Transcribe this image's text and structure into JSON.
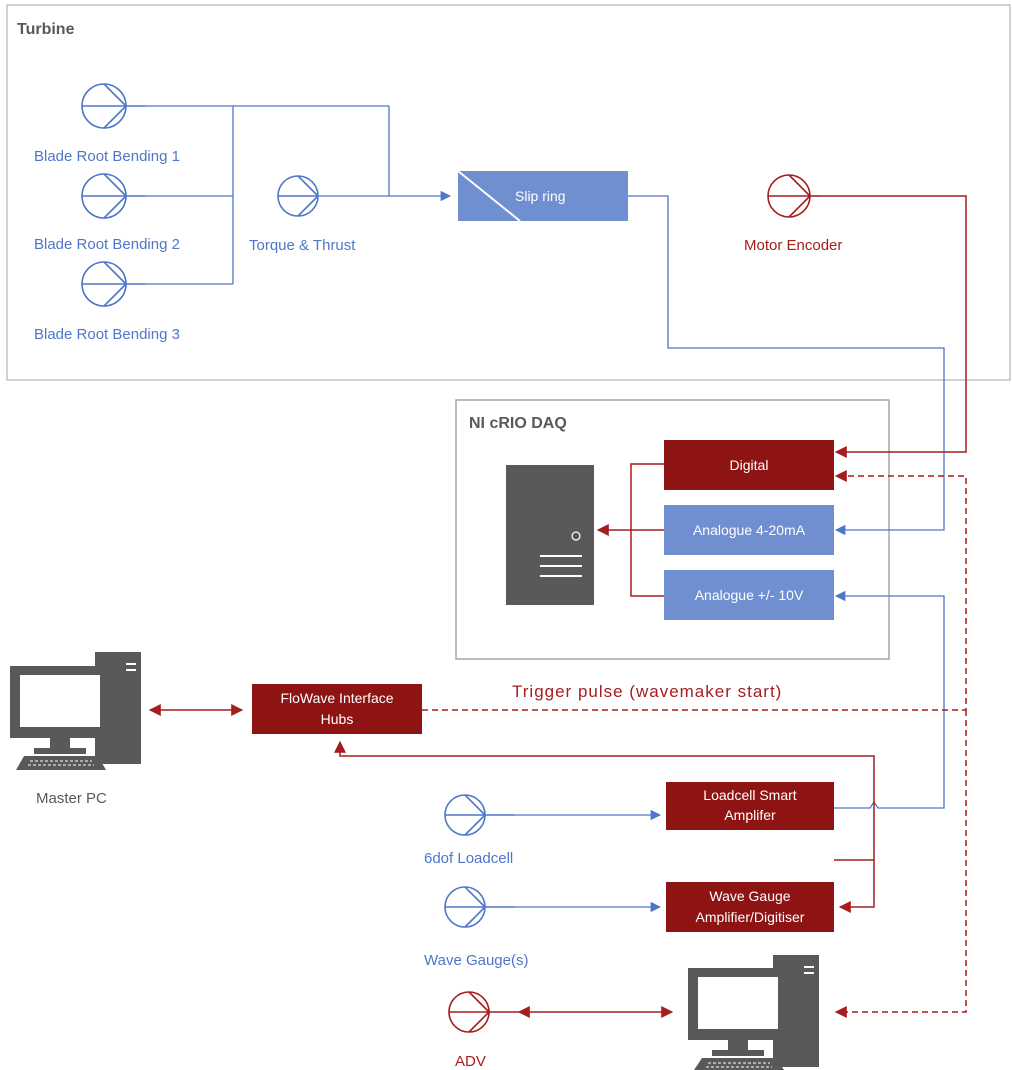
{
  "groups": {
    "turbine": "Turbine",
    "daq": "NI cRIO DAQ"
  },
  "sensors": {
    "blade1": "Blade Root Bending 1",
    "blade2": "Blade Root Bending 2",
    "blade3": "Blade Root Bending 3",
    "torque": "Torque & Thrust",
    "motor_encoder": "Motor Encoder",
    "loadcell": "6dof Loadcell",
    "wave_gauge": "Wave Gauge(s)",
    "adv": "ADV"
  },
  "boxes": {
    "slip_ring": "Slip ring",
    "digital": "Digital",
    "analogue_ma": "Analogue 4-20mA",
    "analogue_v": "Analogue +/- 10V",
    "flowave_line1": "FloWave Interface",
    "flowave_line2": "Hubs",
    "loadcell_amp_line1": "Loadcell Smart",
    "loadcell_amp_line2": "Amplifer",
    "wave_amp_line1": "Wave Gauge",
    "wave_amp_line2": "Amplifier/Digitiser"
  },
  "computers": {
    "master_pc": "Master PC"
  },
  "annotations": {
    "trigger": "Trigger pulse (wavemaker start)"
  },
  "colors": {
    "blue": "#4f76c8",
    "box_blue": "#6f8fd0",
    "red": "#a51d1d",
    "box_red": "#8e1414",
    "gray": "#595959"
  }
}
